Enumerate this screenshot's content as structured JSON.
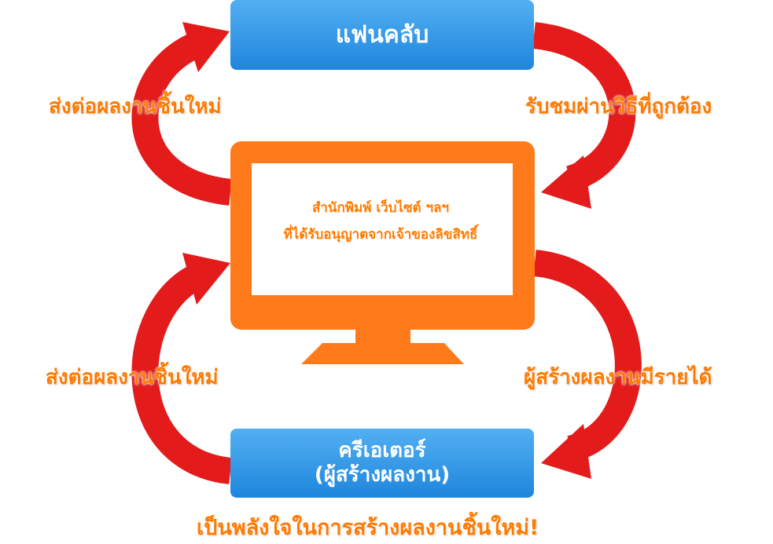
{
  "nodes": {
    "fan_club": "แฟนคลับ",
    "creator_line1": "ครีเอเตอร์",
    "creator_line2": "(ผู้สร้างผลงาน)",
    "monitor_line1": "สำนักพิมพ์ เว็บไซต์ ฯลฯ",
    "monitor_line2": "ที่ได้รับอนุญาตจากเจ้าของลิขสิทธิ์"
  },
  "edges": {
    "top_left": "ส่งต่อผลงานชิ้นใหม่",
    "top_right": "รับชมผ่านวิธีที่ถูกต้อง",
    "bottom_left": "ส่งต่อผลงานชิ้นใหม่",
    "bottom_right": "ผู้สร้างผลงานมีรายได้"
  },
  "caption": "เป็นพลังใจในการสร้างผลงานชิ้นใหม่!",
  "colors": {
    "arrow": "#e31b1b",
    "monitor": "#ff7a1a",
    "box": "#2f95e6",
    "label": "#ff7a00"
  }
}
